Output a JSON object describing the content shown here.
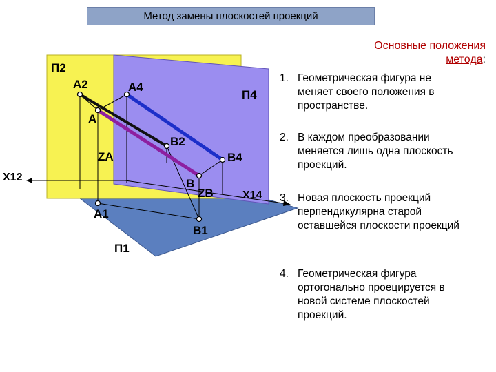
{
  "title": "Метод замены плоскостей проекций",
  "planes": {
    "p2": "П2",
    "p4": "П4",
    "p1": "П1"
  },
  "axes": {
    "x12": "X12",
    "x14": "X14"
  },
  "points": {
    "a2": "A2",
    "a4": "A4",
    "a": "A",
    "b2": "B2",
    "b4": "B4",
    "b": "B",
    "za": "ZA",
    "zb": "ZB",
    "a1": "A1",
    "b1": "B1"
  },
  "colors": {
    "plane_p2": "#f7f252",
    "plane_p4": "#9b8df0",
    "plane_p1": "#5b7fbf",
    "segment_p4": "#1c2fc9",
    "segment_ab": "#8d1fa0",
    "title_bg": "#8ea3c7"
  },
  "rules": {
    "heading_line1": "Основные положения",
    "heading_line2_u": "метода",
    "heading_line2_rest": ":",
    "items": [
      {
        "num": "1.",
        "lines": [
          "Геометрическая фигура не",
          "меняет своего положения в",
          "пространстве."
        ]
      },
      {
        "num": "2.",
        "lines": [
          "В каждом преобразовании",
          "меняется лишь одна плоскость",
          "проекций."
        ]
      },
      {
        "num": "3.",
        "lines": [
          "Новая плоскость проекций",
          "перпендикулярна старой",
          "оставшейся плоскости проекций"
        ]
      },
      {
        "num": "4.",
        "lines": [
          "Геометрическая фигура",
          "ортогонально проецируется в",
          "новой системе плоскостей",
          "проекций."
        ]
      }
    ]
  }
}
